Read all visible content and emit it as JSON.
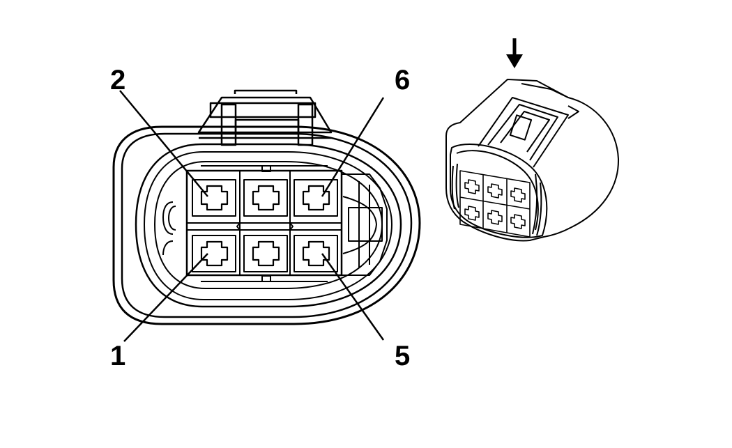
{
  "diagram": {
    "pin_labels": {
      "pin_2": "2",
      "pin_6": "6",
      "pin_1": "1",
      "pin_5": "5"
    },
    "colors": {
      "line": "#000000",
      "background": "#ffffff"
    },
    "icons": {
      "insertion_arrow": "down-arrow-icon"
    }
  }
}
